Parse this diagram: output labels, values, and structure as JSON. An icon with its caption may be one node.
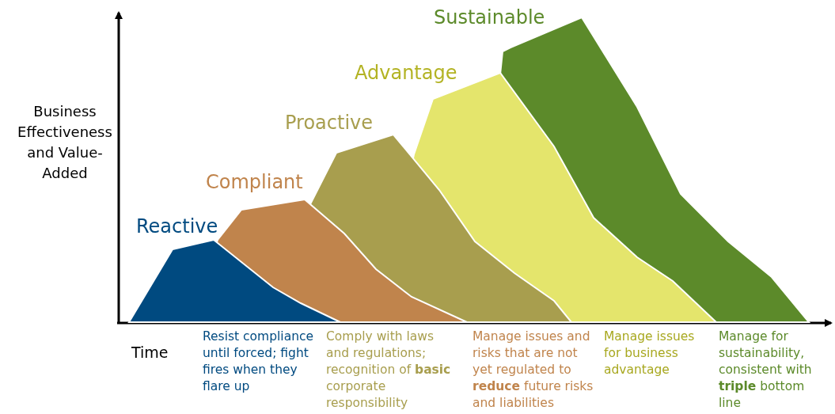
{
  "diagram": {
    "nodes": [
      {
        "text": [
          "Reactive"
        ]
      },
      {
        "text": [
          "Compliant"
        ]
      },
      {
        "text": [
          "Proactive"
        ]
      },
      {
        "text": [
          "Advantage"
        ]
      },
      {
        "text": [
          "Sustainable"
        ]
      }
    ],
    "labels": [
      "Business Effectiveness and Value-Added",
      "Time",
      "Resist compliance until forced; fight fires when they flare up",
      "Comply with laws and regulations; recognition of **basic** corporate responsibility",
      "Manage issues and risks that are not yet regulated to **reduce** future risks and liabilities",
      "Manage issues for business advantage",
      "Manage for sustainability, consistent with **triple** bottom line"
    ]
  }
}
